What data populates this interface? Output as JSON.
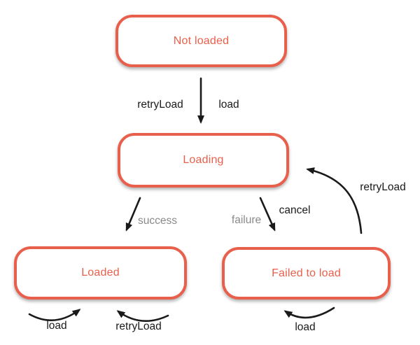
{
  "diagram": {
    "states": {
      "not_loaded": "Not loaded",
      "loading": "Loading",
      "loaded": "Loaded",
      "failed": "Failed to load"
    },
    "transition_labels": {
      "retry_top": "retryLoad",
      "load_top": "load",
      "success": "success",
      "failure": "failure",
      "cancel": "cancel",
      "retry_right": "retryLoad",
      "load_bottom_left": "load",
      "retry_bottom_left": "retryLoad",
      "load_bottom_right": "load"
    },
    "colors": {
      "state_border": "#E8604C",
      "state_text": "#E8604C",
      "arrow": "#1A1A1A",
      "label_text": "#1A1A1A",
      "muted_label_text": "#8A8A8A",
      "background": "#FFFFFF"
    }
  }
}
